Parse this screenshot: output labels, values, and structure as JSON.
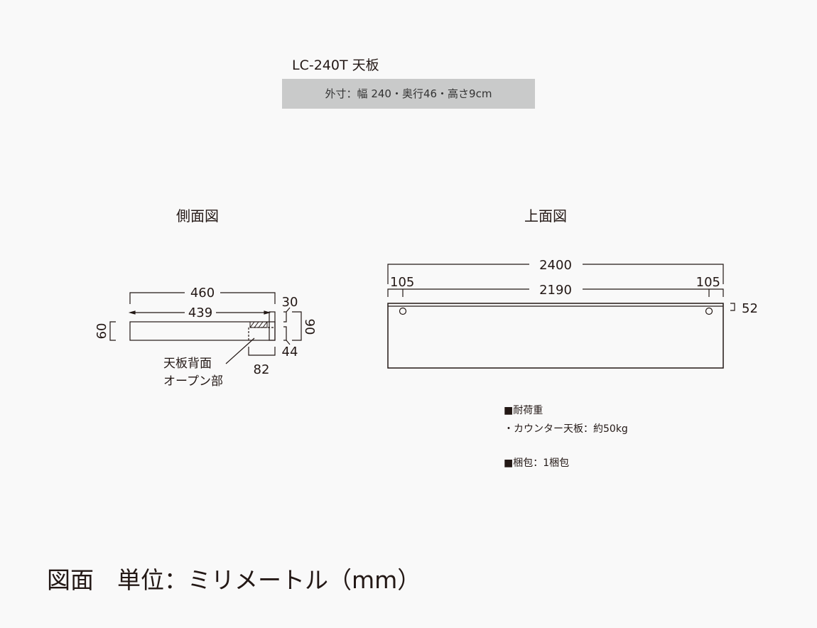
{
  "header": {
    "title": "LC-240T 天板",
    "spec": "外寸：幅 240・奥行46・高さ9cm"
  },
  "side_view": {
    "title": "側面図",
    "dims": {
      "overall_depth": "460",
      "inner_depth": "439",
      "height": "60",
      "back_top": "30",
      "total_height": "90",
      "back_lower": "44",
      "open_width": "82"
    },
    "label_line1": "天板背面",
    "label_line2": "オープン部"
  },
  "top_view": {
    "title": "上面図",
    "dims": {
      "overall_width": "2400",
      "inner_width": "2190",
      "left_offset": "105",
      "right_offset": "105",
      "back_strip": "52"
    }
  },
  "notes": {
    "load_heading": "■耐荷重",
    "load_item": "・カウンター天板：約50kg",
    "package": "■梱包：1梱包"
  },
  "footer": "図面　単位：ミリメートル（mm）",
  "colors": {
    "line": "#231815",
    "spec_bg": "#c9caca",
    "background": "#f9f9f9"
  }
}
